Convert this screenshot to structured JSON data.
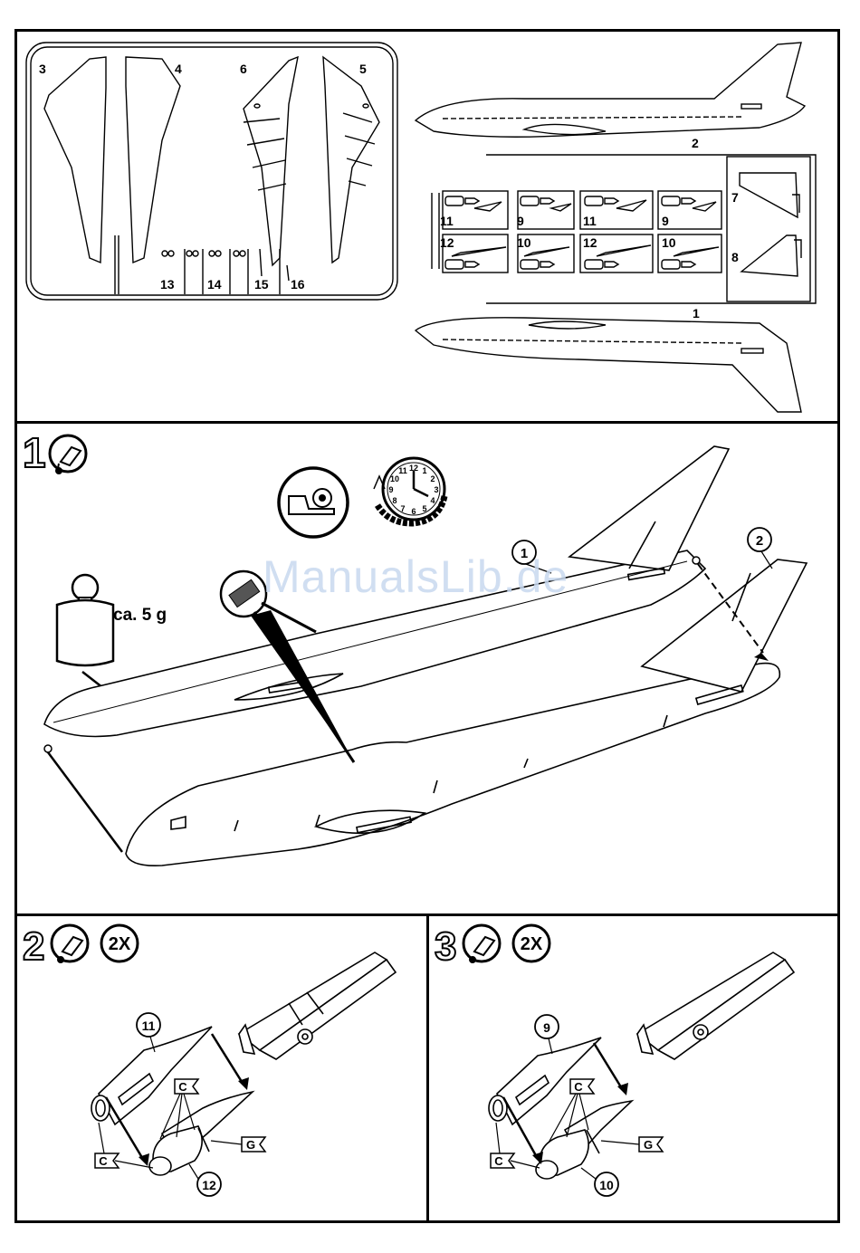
{
  "parts_sprue": {
    "part_numbers": {
      "p3": "3",
      "p4": "4",
      "p6": "6",
      "p5": "5",
      "p13": "13",
      "p14": "14",
      "p15": "15",
      "p16": "16",
      "p2": "2",
      "p1": "1",
      "p7": "7",
      "p8": "8",
      "eng_a": "11",
      "eng_b": "9",
      "eng_c": "11",
      "eng_d": "9",
      "eng_e": "12",
      "eng_f": "10",
      "eng_g": "12",
      "eng_h": "10"
    }
  },
  "step1": {
    "number": "1",
    "weight_label": "ca. 5 g",
    "callout_1": "1",
    "callout_2": "2",
    "clock_numbers": [
      "12",
      "1",
      "2",
      "3",
      "4",
      "5",
      "6",
      "7",
      "8",
      "9",
      "10",
      "11"
    ]
  },
  "step2": {
    "number": "2",
    "repeat": "2X",
    "callout_top": "11",
    "callout_bottom": "12",
    "flag_c_upper": "C",
    "flag_c_lower": "C",
    "flag_g": "G"
  },
  "step3": {
    "number": "3",
    "repeat": "2X",
    "callout_top": "9",
    "callout_bottom": "10",
    "flag_c_upper": "C",
    "flag_c_lower": "C",
    "flag_g": "G"
  },
  "watermark": "ManualsLib.de"
}
